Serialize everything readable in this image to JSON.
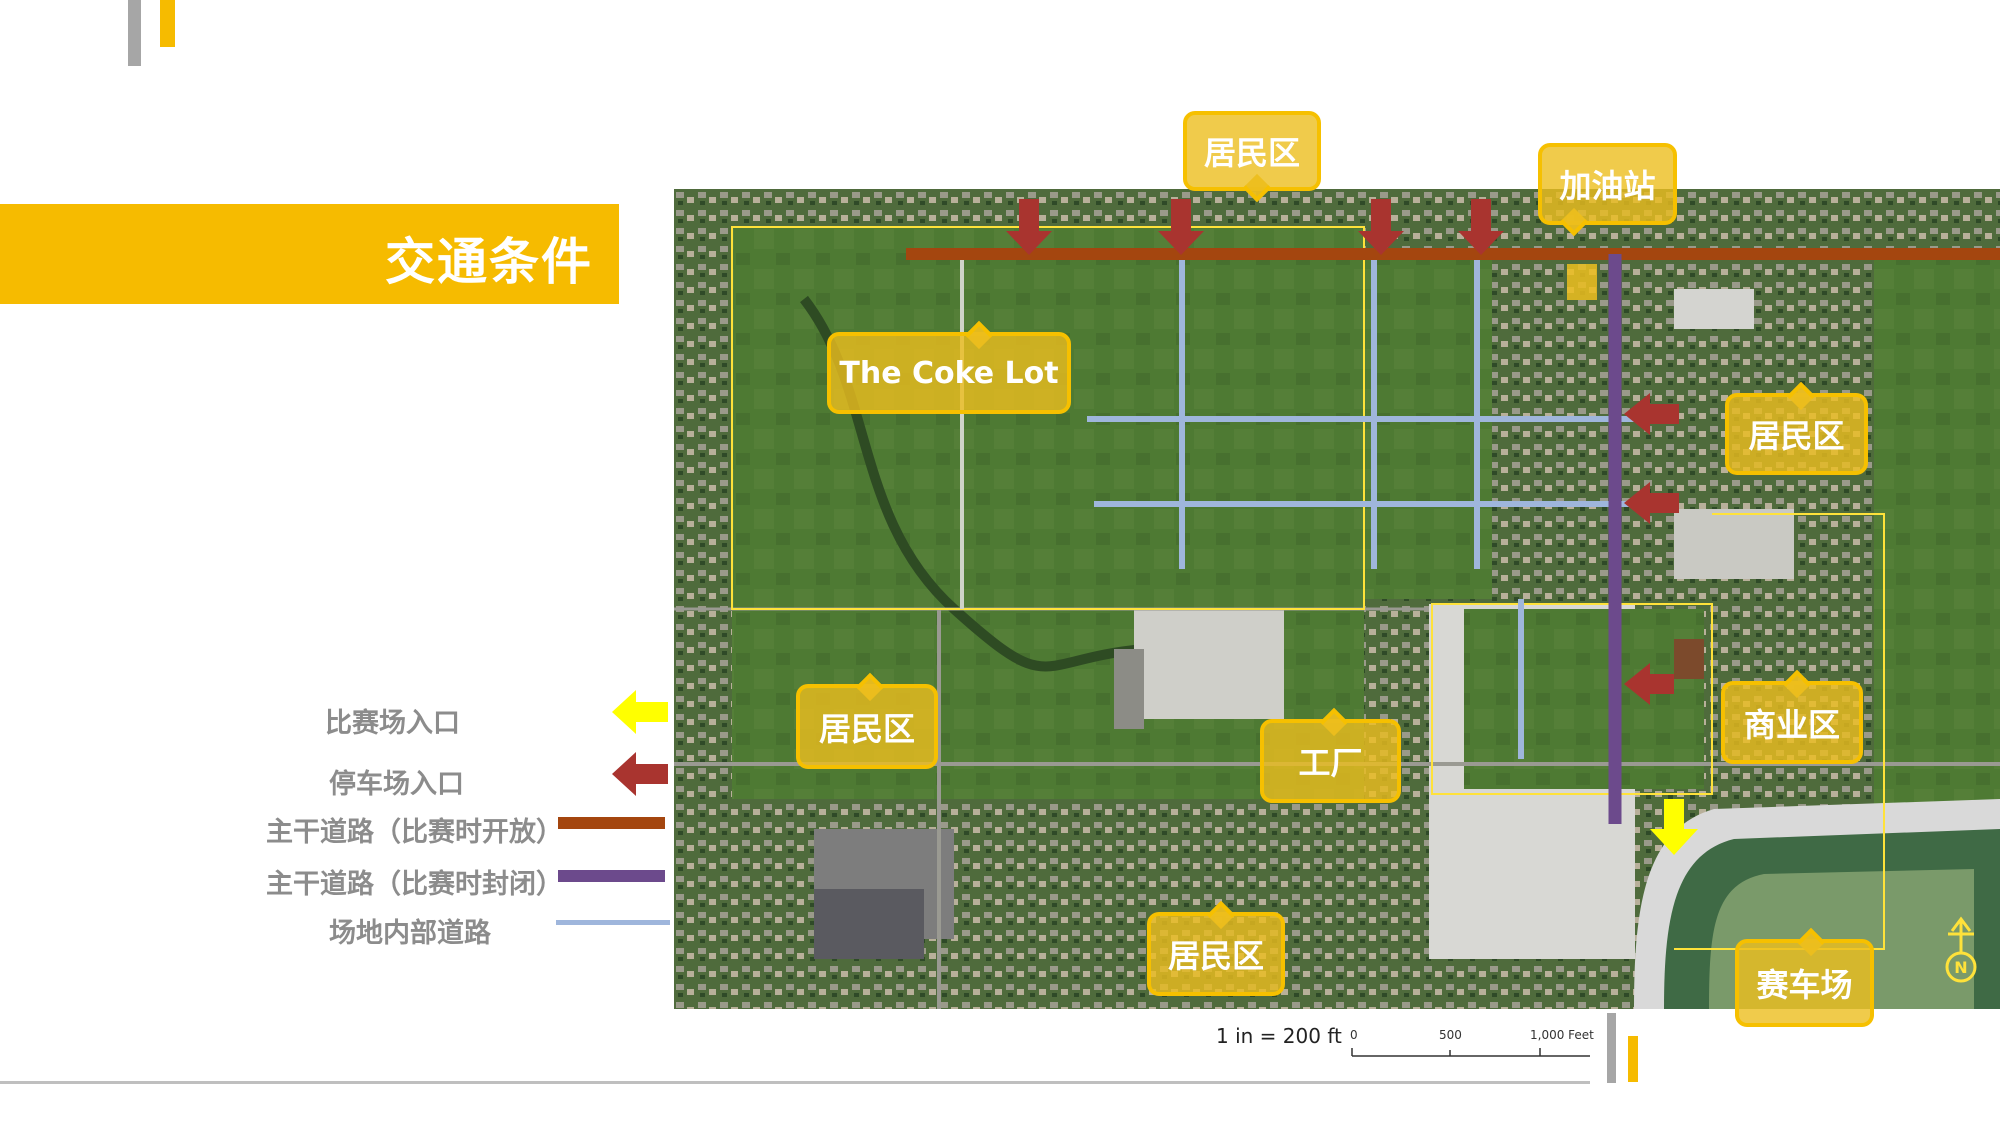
{
  "page": {
    "title": "交通条件"
  },
  "legend": [
    {
      "label": "比赛场入口",
      "symbol": "arrow-left-icon",
      "color": "#ffff00"
    },
    {
      "label": "停车场入口",
      "symbol": "arrow-left-icon",
      "color": "#a9342f"
    },
    {
      "label": "主干道路（比赛时开放）",
      "symbol": "line",
      "color": "#a4460f"
    },
    {
      "label": "主干道路（比赛时封闭）",
      "symbol": "line",
      "color": "#6c4a8c"
    },
    {
      "label": "场地内部道路",
      "symbol": "line",
      "color": "#9fb6dc"
    }
  ],
  "map": {
    "labels": [
      "居民区",
      "加油站",
      "The Coke Lot",
      "居民区",
      "居民区",
      "工厂",
      "商业区",
      "居民区",
      "赛车场"
    ],
    "scale": {
      "text": "1 in = 200 ft",
      "ticks": [
        "0",
        "500",
        "1,000 Feet"
      ]
    },
    "north_arrow": "N",
    "colors": {
      "main_road_open": "#a4460f",
      "main_road_closed": "#6c4a8c",
      "internal_road": "#9fb6dc",
      "parking_entry_arrow": "#a9342f",
      "venue_entry_arrow": "#ffff00",
      "callout": "#f6c000"
    }
  }
}
